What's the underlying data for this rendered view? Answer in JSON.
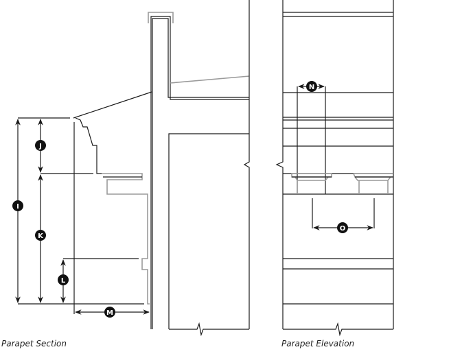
{
  "captions": {
    "section": "Parapet Section",
    "elevation": "Parapet Elevation"
  },
  "callouts": {
    "I": "I",
    "J": "J",
    "K": "K",
    "L": "L",
    "M": "M",
    "N": "N",
    "O": "O"
  },
  "colors": {
    "line": "#1a1a1a",
    "secondary": "#9a9a9a"
  }
}
